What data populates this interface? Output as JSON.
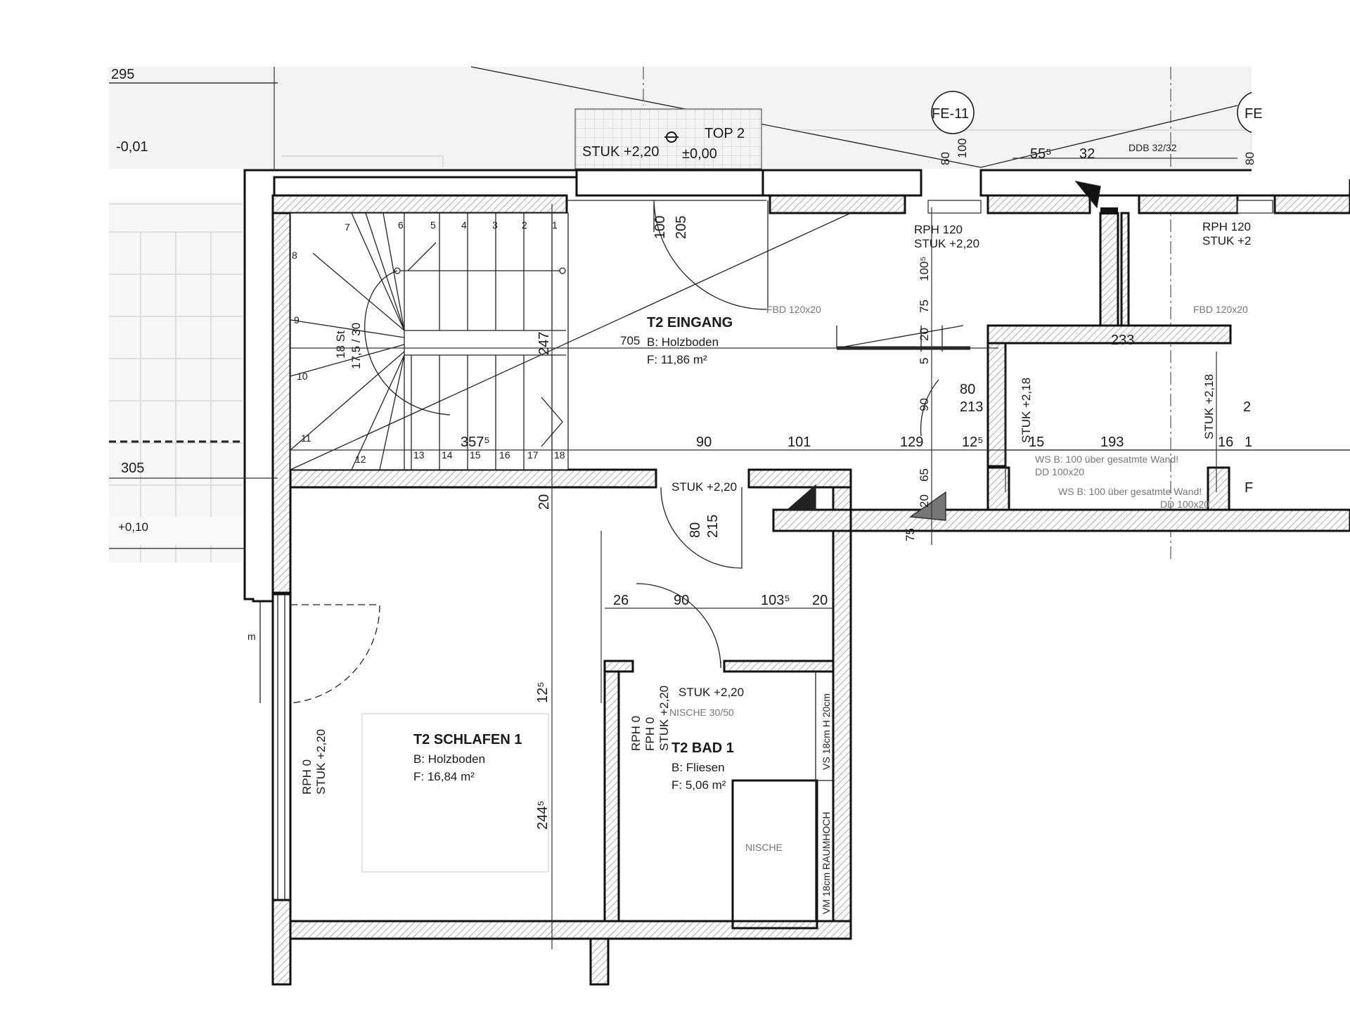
{
  "rooms": {
    "eingang": {
      "name": "T2 EINGANG",
      "floor": "B: Holzboden",
      "area": "F: 11,86 m²"
    },
    "schlafen": {
      "name": "T2 SCHLAFEN 1",
      "floor": "B: Holzboden",
      "area": "F: 16,84 m²"
    },
    "bad": {
      "name": "T2 BAD 1",
      "floor": "B: Fliesen",
      "area": "F: 5,06 m²"
    }
  },
  "labels": {
    "top": "TOP 2",
    "stuk_220_a": "STUK +2,20",
    "zero": "±0,00",
    "fe11": "FE-11",
    "fe_cut": "FE",
    "ddb": "DDB 32/32",
    "rph120_a": "RPH 120",
    "stuk_220_b": "STUK +2,20",
    "rph120_b": "RPH 120",
    "stuk_b_cut": "STUK +2",
    "fbd_a": "FBD 120x20",
    "fbd_b": "FBD 120x20",
    "stuk_220_c": "STUK +2,20",
    "stuk_220_d": "STUK +2,20",
    "stuk_218_a": "STUK +2,18",
    "stuk_218_b": "STUK +2,18",
    "ws_a": "WS B: 100 über gesatmte Wand!",
    "dd_a": "DD 100x20",
    "ws_b": "WS B: 100 über gesatmte Wand!",
    "dd_b": "DD 100x20",
    "rph0_a": "RPH 0",
    "stuk_220_e": "STUK +2,20",
    "rph0_b": "RPH 0",
    "fph0": "FPH 0",
    "stuk_220_f": "STUK +2,20",
    "nische_a": "NISCHE 30/50",
    "nische_b": "NISCHE",
    "vs18": "VS 18cm H 20cm",
    "vm18": "VM 18cm RAUMHOCH",
    "stairs": "18 St",
    "stairs2": "17,5 / 30",
    "level_a": "-0,01",
    "level_b": "+0,10",
    "cut_m": "m"
  },
  "dims": {
    "d295": "295",
    "d305": "305",
    "d80a": "80",
    "d100a": "100",
    "d55": "55⁵",
    "d32": "32",
    "d80b": "80",
    "d100b": "100",
    "d205": "205",
    "d1005": "100⁵",
    "d75a": "75",
    "d20a": "20",
    "d5": "5",
    "d90a": "90",
    "d247": "247",
    "d705": "705",
    "d80c": "80",
    "d213": "213",
    "d233": "233",
    "d3575": "357⁵",
    "d90b": "90",
    "d101": "101",
    "d129": "129",
    "d125a": "12⁵",
    "d15": "15",
    "d193": "193",
    "d16": "16",
    "d1cut": "1",
    "d65": "65",
    "d20b": "20",
    "d75b": "75",
    "d20c": "20",
    "d80d": "80",
    "d215": "215",
    "d26": "26",
    "d90c": "90",
    "d1035": "103⁵",
    "d20d": "20",
    "d125b": "12⁵",
    "d2445": "244⁵",
    "d2cut": "2",
    "dcutR": "F"
  },
  "steps": [
    "1",
    "2",
    "3",
    "4",
    "5",
    "6",
    "7",
    "8",
    "9",
    "10",
    "11",
    "12",
    "13",
    "14",
    "15",
    "16",
    "17",
    "18"
  ]
}
